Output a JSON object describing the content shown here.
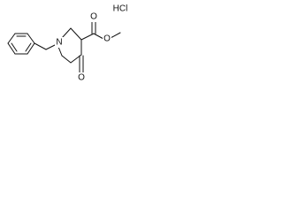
{
  "structure": {
    "atoms": {
      "nitrogen": "N",
      "ester_carbonyl_oxygen": "O",
      "ester_ether_oxygen": "O",
      "ketone_oxygen": "O"
    },
    "salt": "HCl"
  }
}
